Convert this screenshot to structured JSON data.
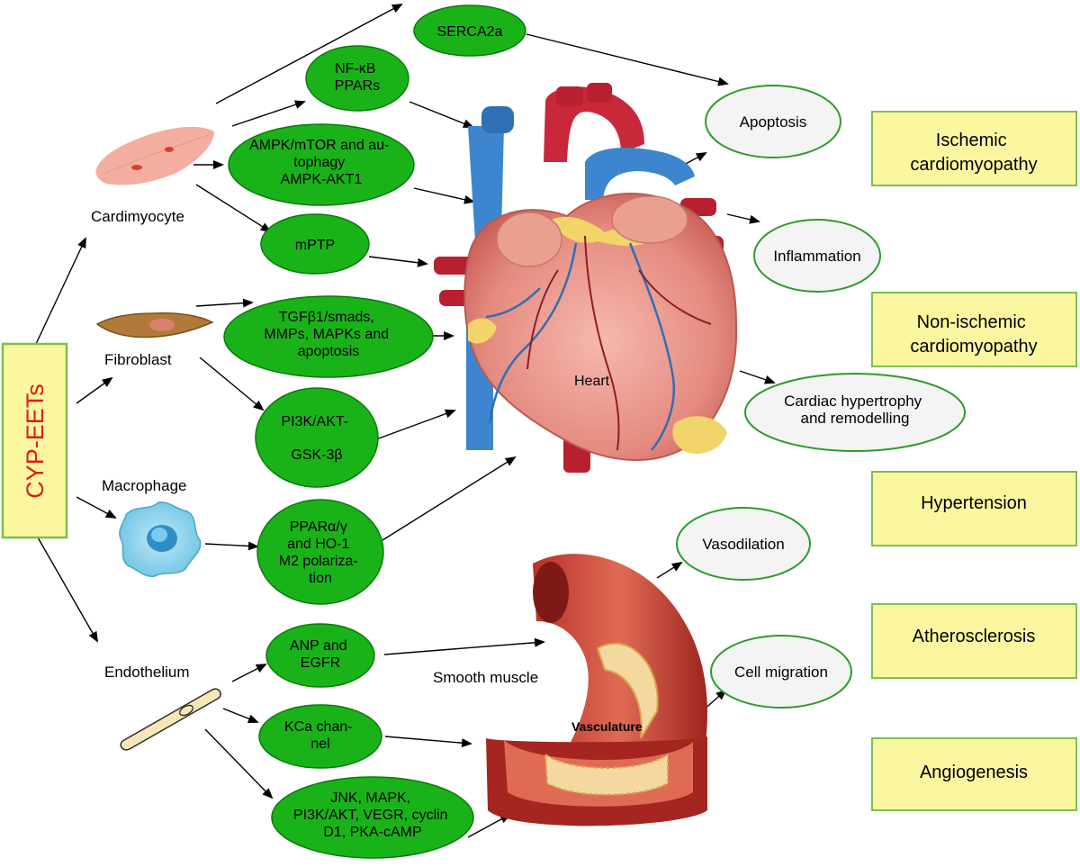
{
  "root": "CYP-EETs",
  "cells": {
    "cardiomyocyte": "Cardimyocyte",
    "fibroblast": "Fibroblast",
    "macrophage": "Macrophage",
    "endothelium": "Endothelium"
  },
  "pathways": {
    "serca": [
      "SERCA2a"
    ],
    "nfkb": [
      "NF-κB",
      "PPARs"
    ],
    "ampk": [
      "AMPK/mTOR and au-",
      "tophagy",
      "AMPK-AKT1"
    ],
    "mptp": [
      "mPTP"
    ],
    "tgf": [
      "TGFβ1/smads,",
      "MMPs, MAPKs and",
      "apoptosis"
    ],
    "pi3k": [
      "PI3K/AKT-",
      "GSK-3β"
    ],
    "ppar": [
      "PPARα/γ",
      "and HO-1",
      "M2 polariza-",
      "tion"
    ],
    "anp": [
      "ANP and",
      "EGFR"
    ],
    "kca": [
      "KCa chan-",
      "nel"
    ],
    "jnk": [
      "JNK, MAPK,",
      "PI3K/AKT, VEGR, cyclin",
      "D1, PKA-cAMP"
    ]
  },
  "organs": {
    "heart": "Heart",
    "smooth_muscle": "Smooth muscle",
    "vasculature": "Vasculature"
  },
  "effects": {
    "apoptosis": [
      "Apoptosis"
    ],
    "inflammation": [
      "Inflammation"
    ],
    "hypertrophy": [
      "Cardiac hypertrophy",
      "and remodelling"
    ],
    "vasodilation": [
      "Vasodilation"
    ],
    "migration": [
      "Cell migration"
    ]
  },
  "diseases": {
    "ischemic": [
      "Ischemic",
      "cardiomyopathy"
    ],
    "nonischemic": [
      "Non-ischemic",
      "cardiomyopathy"
    ],
    "hypertension": [
      "Hypertension"
    ],
    "atherosclerosis": [
      "Atherosclerosis"
    ],
    "angiogenesis": [
      "Angiogenesis"
    ]
  },
  "colors": {
    "pathway_fill": "#19b319",
    "pathway_stroke": "#0b7a0b",
    "effect_fill": "#f4f4f4",
    "effect_stroke": "#2e9b2e",
    "disease_fill": "#fbf7a1",
    "disease_stroke": "#7cc04a",
    "root_text": "#e11b1b"
  }
}
